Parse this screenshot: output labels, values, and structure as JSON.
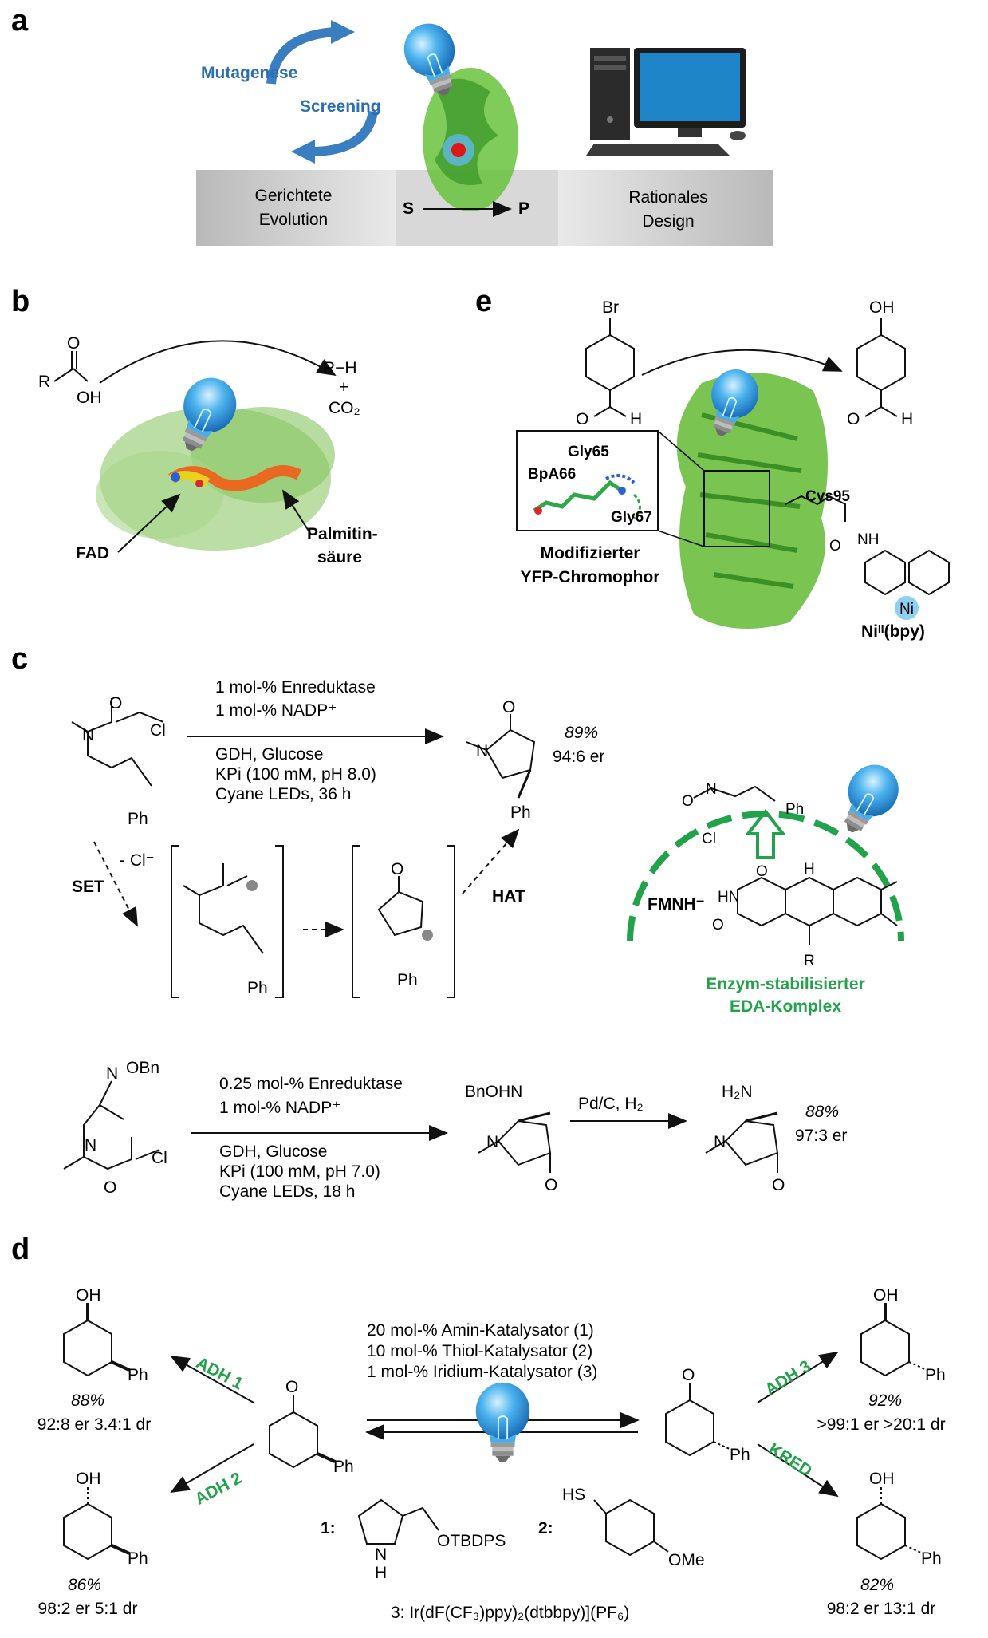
{
  "panels": {
    "a": {
      "label": "a",
      "cycle_top": "Mutagenese",
      "cycle_bottom": "Screening",
      "left_box_line1": "Gerichtete",
      "left_box_line2": "Evolution",
      "right_box_line1": "Rationales",
      "right_box_line2": "Design",
      "substrate": "S",
      "product": "P"
    },
    "b": {
      "label": "b",
      "reactant_r": "R",
      "reactant_o": "O",
      "reactant_oh": "OH",
      "product_rh": "R−H",
      "plus": "+",
      "co2": "CO₂",
      "fad": "FAD",
      "palm1": "Palmitin-",
      "palm2": "säure"
    },
    "e": {
      "label": "e",
      "br": "Br",
      "oh": "OH",
      "o_left": "O",
      "h_left": "H",
      "o_right": "O",
      "h_right": "H",
      "gly65": "Gly65",
      "bpa66": "BpA66",
      "gly67": "Gly67",
      "chrom1": "Modifizierter",
      "chrom2": "YFP-Chromophor",
      "cys95": "Cys95",
      "nh": "NH",
      "o_amide": "O",
      "ni": "Ni",
      "nibpy": "Niᴵᴵ(bpy)"
    },
    "c": {
      "label": "c",
      "cond1_l1": "1 mol-% Enreduktase",
      "cond1_l2": "1 mol-% NADP⁺",
      "cond1_l3": "GDH, Glucose",
      "cond1_l4": "KPi (100 mM, pH 8.0)",
      "cond1_l5": "Cyane LEDs, 36 h",
      "yield1": "89%",
      "er1": "94:6 er",
      "set": "SET",
      "cl_minus": "- Cl⁻",
      "hat": "HAT",
      "cl": "Cl",
      "ph": "Ph",
      "fmnh": "FMNH⁻",
      "eda1": "Enzym-stabilisierter",
      "eda2": "EDA-Komplex",
      "obn": "OBn",
      "cond2_l1": "0.25 mol-% Enreduktase",
      "cond2_l2": "1 mol-% NADP⁺",
      "cond2_l3": "GDH, Glucose",
      "cond2_l4": "KPi (100 mM, pH 7.0)",
      "cond2_l5": "Cyane LEDs, 18 h",
      "bnohn": "BnOHN",
      "pdc": "Pd/C, H₂",
      "h2n": "H₂N",
      "yield2": "88%",
      "er2": "97:3 er"
    },
    "d": {
      "label": "d",
      "cat1": "20 mol-% Amin-Katalysator (1)",
      "cat2": "10 mol-% Thiol-Katalysator (2)",
      "cat3": "1 mol-% Iridium-Katalysator (3)",
      "adh1": "ADH 1",
      "adh2": "ADH 2",
      "adh3": "ADH 3",
      "kred": "KRED",
      "p1_yield": "88%",
      "p1_sel": "92:8 er   3.4:1 dr",
      "p2_yield": "86%",
      "p2_sel": "98:2 er   5:1 dr",
      "p3_yield": "92%",
      "p3_sel": ">99:1 er   >20:1 dr",
      "p4_yield": "82%",
      "p4_sel": "98:2 er   13:1 dr",
      "oh": "OH",
      "o": "O",
      "ph": "Ph",
      "c1_label": "1:",
      "c1_sub": "OTBDPS",
      "c1_nh": "N",
      "c1_h": "H",
      "c2_label": "2:",
      "c2_hs": "HS",
      "c2_ome": "OMe",
      "c3": "3: Ir(dF(CF₃)ppy)₂(dtbbpy)](PF₆)"
    }
  },
  "colors": {
    "green": "#22a24a",
    "blue_text": "#2a6eb4",
    "bulb": "#3fa9e8",
    "protein": "#5cb85c"
  }
}
